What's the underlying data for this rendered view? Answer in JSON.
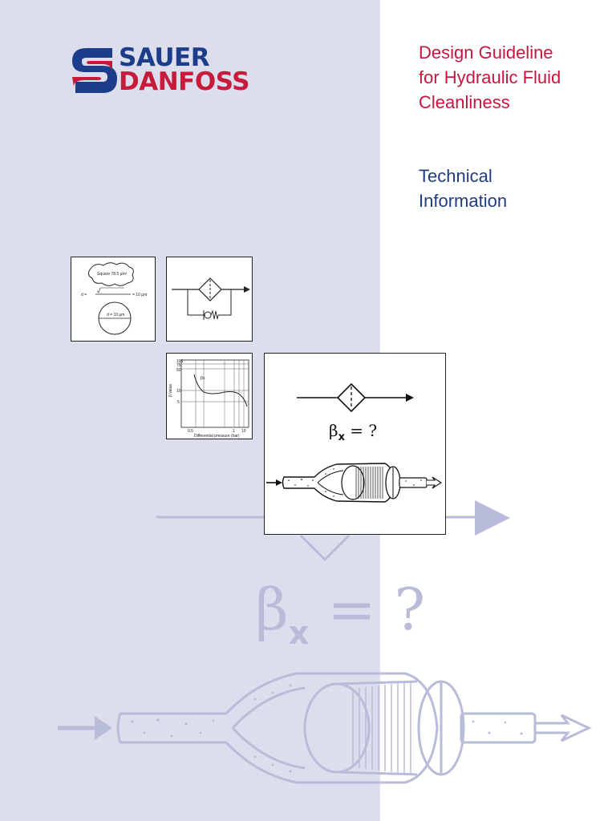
{
  "brand": {
    "name_line1": "SAUER",
    "name_line2": "DANFOSS",
    "colors": {
      "blue": "#1c3e8a",
      "red": "#c81b3c"
    }
  },
  "title_lines": [
    "Design Guideline",
    "for Hydraulic Fluid",
    "Cleanliness"
  ],
  "subtitle_lines": [
    "Technical",
    "Information"
  ],
  "thumbnails": {
    "particle": {
      "area_label": "Square 78.5 µm²",
      "formula_left": "d  =",
      "formula_right": "= 10 µm",
      "diameter_label": "d = 10 µm"
    },
    "chart": {
      "y_ticks": [
        "100",
        "75",
        "50",
        "10",
        "5"
      ],
      "x_ticks": [
        "0.5",
        "1",
        "10"
      ],
      "series_label": "βx",
      "ylabel": "β value",
      "xlabel": "Differential pressure (bar)"
    },
    "filter": {
      "beta_symbol": "β",
      "beta_sub": "x",
      "beta_rest": " = ?"
    }
  },
  "background": {
    "beta_symbol": "β",
    "beta_sub": "x",
    "beta_rest": " = ?"
  },
  "colors": {
    "left_panel": "#dddeed",
    "faint_art": "#b9bcd8",
    "title": "#c6163f",
    "subtitle": "#1f3b82"
  }
}
